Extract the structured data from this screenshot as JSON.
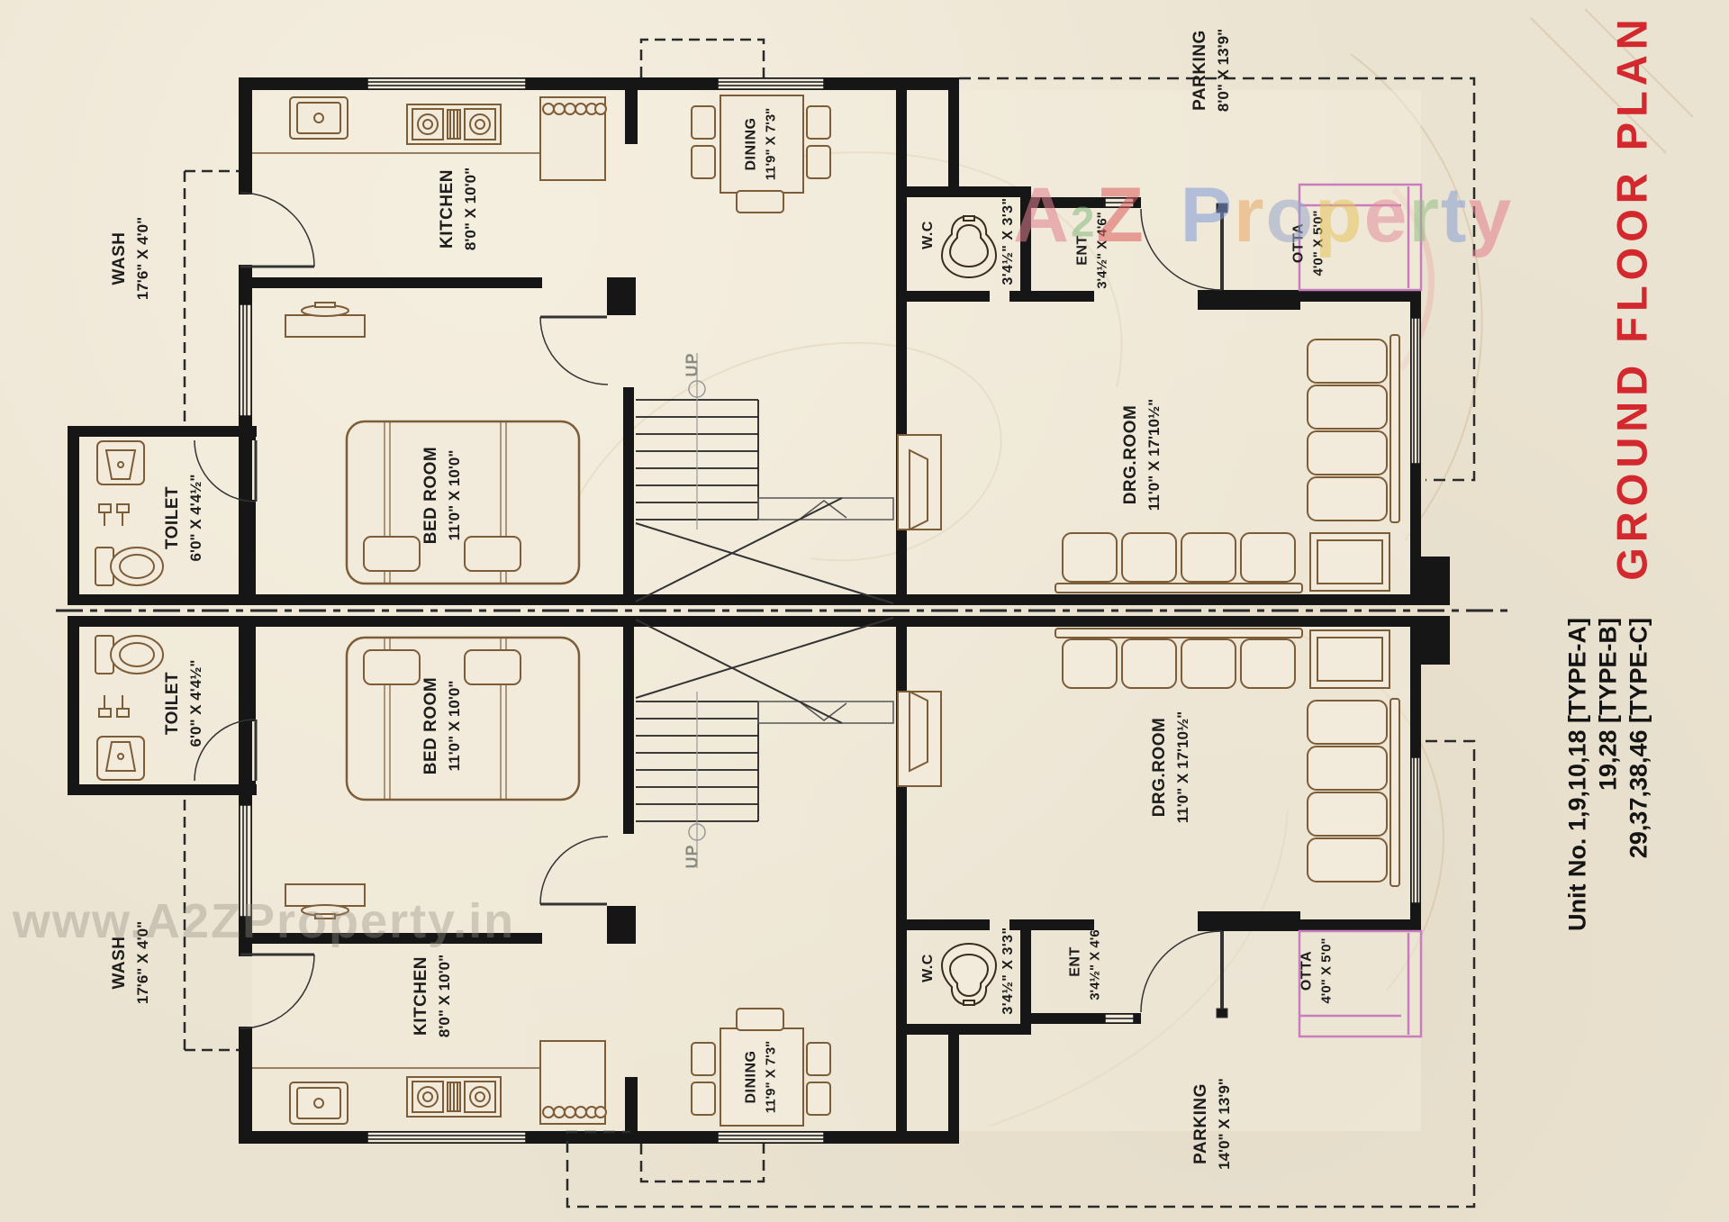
{
  "title": "GROUND  FLOOR  PLAN",
  "unit_info": {
    "line1": "Unit No. 1,9,10,18 [TYPE-A]",
    "line2": "19,28 [TYPE-B]",
    "line3": "29,37,38,46 [TYPE-C]"
  },
  "watermarks": {
    "url_text": "www.A2ZProperty.in",
    "brand_letters": [
      {
        "ch": "A",
        "color": "#e2808f"
      },
      {
        "ch": "2",
        "color": "#85bb7f",
        "small": true
      },
      {
        "ch": "Z",
        "color": "#de5f5f"
      },
      {
        "ch": " "
      },
      {
        "ch": "P",
        "color": "#809bd8"
      },
      {
        "ch": "r",
        "color": "#e8a765"
      },
      {
        "ch": "o",
        "color": "#98a8cc"
      },
      {
        "ch": "p",
        "color": "#e5c45e"
      },
      {
        "ch": "e",
        "color": "#e58f9e"
      },
      {
        "ch": "r",
        "color": "#8fbf85"
      },
      {
        "ch": "t",
        "color": "#86a0d4"
      },
      {
        "ch": "y",
        "color": "#e2808f"
      }
    ]
  },
  "rooms": {
    "wash": {
      "name": "WASH",
      "dims": "17'6\" X 4'0\""
    },
    "kitchen": {
      "name": "KITCHEN",
      "dims": "8'0\" X 10'0\""
    },
    "dining": {
      "name": "DINING",
      "dims": "11'9\" X 7'3\""
    },
    "toilet": {
      "name": "TOILET",
      "dims": "6'0\" X 4'4½\""
    },
    "bedroom": {
      "name": "BED ROOM",
      "dims": "11'0\" X 10'0\""
    },
    "drg_room": {
      "name": "DRG.ROOM",
      "dims": "11'0\" X 17'10½\""
    },
    "wc": {
      "name": "W.C",
      "dims": "3'4½\" X 3'3\""
    },
    "ent": {
      "name": "ENT",
      "dims": "3'4½\" X 4'6\""
    },
    "otta": {
      "name": "OTTA",
      "dims": "4'0\" X 5'0\""
    },
    "parking_top": {
      "name": "PARKING",
      "dims": "8'0\" X 13'9\""
    },
    "parking_bottom": {
      "name": "PARKING",
      "dims": "14'0\" X 13'9\""
    },
    "stairs": {
      "up_label": "UP"
    }
  },
  "colors": {
    "title_red": "#d2282e",
    "otta_pink": "#c87dbd",
    "wall_black": "#161616",
    "furniture_brown": "#7d5c38",
    "paper": "#ebe3d1"
  }
}
